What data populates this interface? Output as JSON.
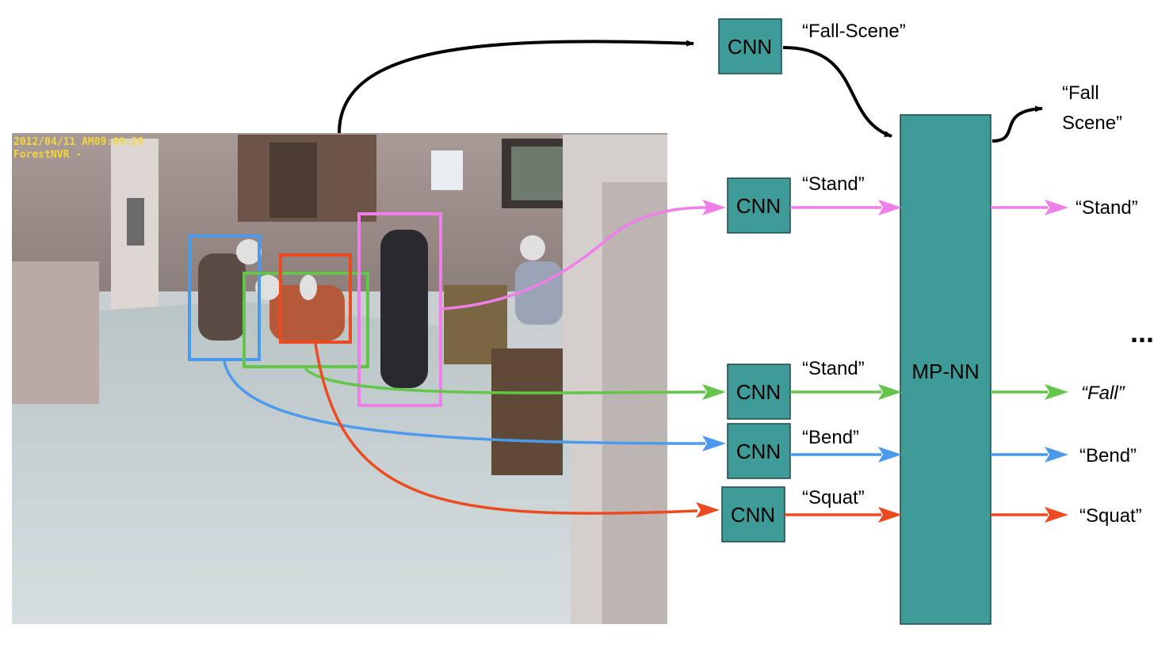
{
  "photo": {
    "timestamp": "2012/04/11 AM09:09:28",
    "camera": "ForestNVR -"
  },
  "colors": {
    "node_fill": "#3e9b98",
    "node_stroke": "#1b4948",
    "stand_pink": "#ee7ee8",
    "stand_green": "#63c64a",
    "bend_blue": "#4c9aee",
    "squat_red": "#ec4b22",
    "scene_black": "#000000"
  },
  "nodes": {
    "cnn_label": "CNN",
    "mpnn_label": "MP-NN"
  },
  "labels": {
    "scene_in": "“Fall-Scene”",
    "scene_out_line1": "“Fall",
    "scene_out_line2": "Scene”",
    "pink_in": "“Stand”",
    "pink_out": "“Stand”",
    "green_in": "“Stand”",
    "green_out": "“Fall”",
    "blue_in": "“Bend”",
    "blue_out": "“Bend”",
    "red_in": "“Squat”",
    "red_out": "“Squat”",
    "ellipsis": "..."
  }
}
